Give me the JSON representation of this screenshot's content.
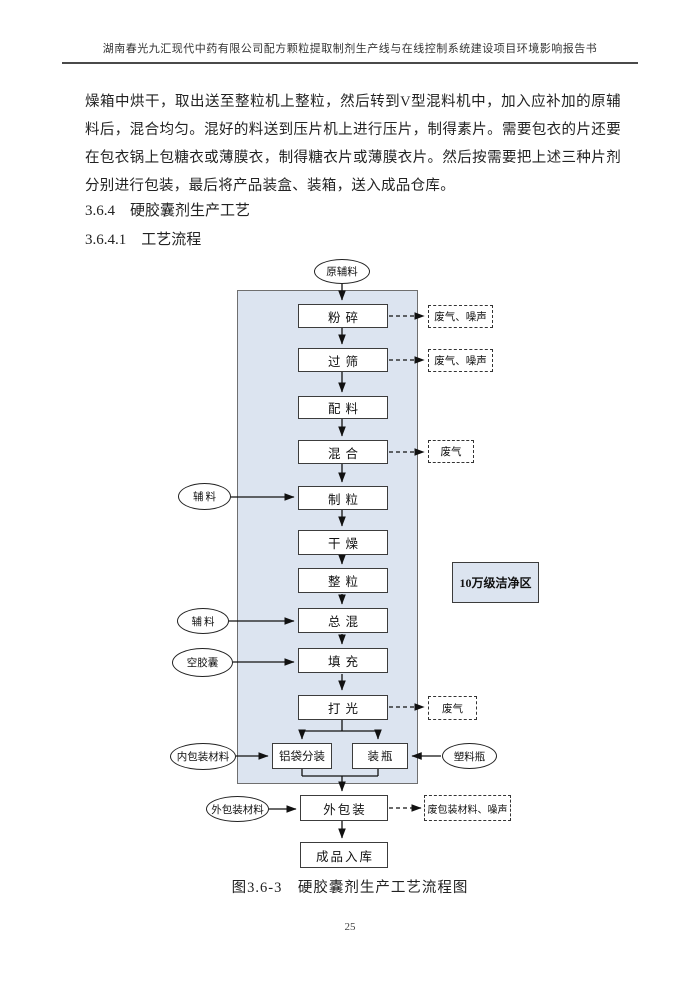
{
  "header": {
    "title": "湖南春光九汇现代中药有限公司配方颗粒提取制剂生产线与在线控制系统建设项目环境影响报告书"
  },
  "body": {
    "paragraph": "燥箱中烘干，取出送至整粒机上整粒，然后转到V型混料机中，加入应补加的原辅料后，混合均匀。混好的料送到压片机上进行压片，制得素片。需要包衣的片还要在包衣锅上包糖衣或薄膜衣，制得糖衣片或薄膜衣片。然后按需要把上述三种片剂分别进行包装，最后将产品装盒、装箱，送入成品仓库。",
    "heading_364": "3.6.4　硬胶囊剂生产工艺",
    "heading_3641": "3.6.4.1　工艺流程"
  },
  "diagram": {
    "inputs": {
      "raw_material": "原辅料",
      "excipient1": "辅料",
      "excipient2": "辅料",
      "empty_capsule": "空胶囊",
      "inner_packaging_material": "内包装材料",
      "plastic_bottle": "塑料瓶",
      "outer_packaging_material": "外包装材料"
    },
    "process": {
      "crush": "粉碎",
      "sieve": "过筛",
      "batch": "配料",
      "mix": "混合",
      "granulate": "制粒",
      "dry": "干燥",
      "size_granule": "整粒",
      "total_mix": "总混",
      "fill": "填充",
      "polish": "打光",
      "foil_pack": "铝袋分装",
      "bottle": "装瓶",
      "outer_pack": "外包装",
      "storage": "成品入库"
    },
    "emissions": {
      "crush_out": "废气、噪声",
      "sieve_out": "废气、噪声",
      "mix_out": "废气",
      "polish_out": "废气",
      "outer_pack_out": "废包装材料、噪声"
    },
    "clean_area_label": "10万级洁净区",
    "caption": "图3.6-3　硬胶囊剂生产工艺流程图"
  },
  "footer": {
    "page_number": "25"
  }
}
